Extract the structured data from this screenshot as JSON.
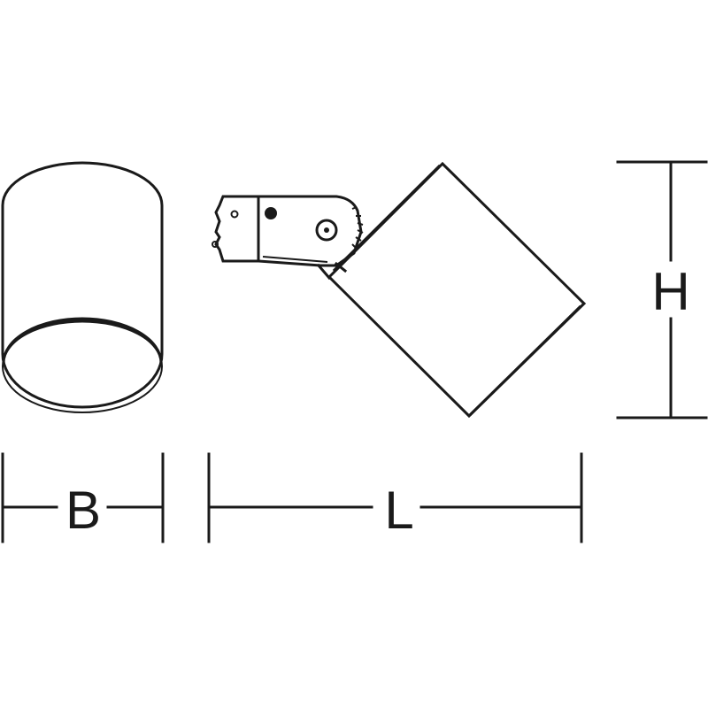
{
  "dimensions": {
    "width_label": "B",
    "length_label": "L",
    "height_label": "H"
  },
  "colors": {
    "line": "#1a1a1a",
    "background": "#ffffff"
  }
}
